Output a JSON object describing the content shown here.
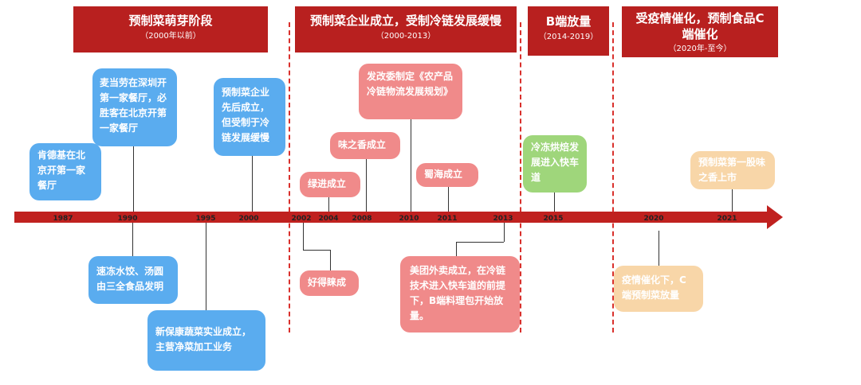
{
  "stages": [
    {
      "title": "预制菜萌芽阶段",
      "sub": "（2000年以前）"
    },
    {
      "title": "预制菜企业成立，受制冷链发展缓慢",
      "sub": "（2000-2013）"
    },
    {
      "title": "B端放量",
      "sub": "（2014-2019）"
    },
    {
      "title": "受疫情催化，预制食品C端催化",
      "sub": "（2020年-至今）"
    }
  ],
  "years": [
    "1987",
    "1990",
    "1995",
    "2000",
    "2002",
    "2004",
    "2008",
    "2010",
    "2011",
    "2013",
    "2015",
    "2020",
    "2021"
  ],
  "events": {
    "kfc": "肯德基在北京开第一家餐厅",
    "mcd": "麦当劳在深圳开第一家餐厅，必胜客在北京开第一家餐厅",
    "prefab": "预制菜企业先后成立，但受制于冷链发展缓慢",
    "frozen": "速冻水饺、汤圆由三全食品发明",
    "xinbaokang": "新保康蔬菜实业成立，主营净菜加工业务",
    "lvjin": "绿进成立",
    "haodehen": "好得睐成",
    "weizhixiang": "味之香成立",
    "fagaiwei": "发改委制定《农产品冷链物流发展规划》",
    "shuhai": "蜀海成立",
    "meituan": "美团外卖成立，在冷链技术进入快车道的前提下，B端料理包开始放量。",
    "coldbake": "冷冻烘焙发展进入快车道",
    "covid": "疫情催化下，C端预制菜放量",
    "ipo": "预制菜第一股味之香上市"
  }
}
